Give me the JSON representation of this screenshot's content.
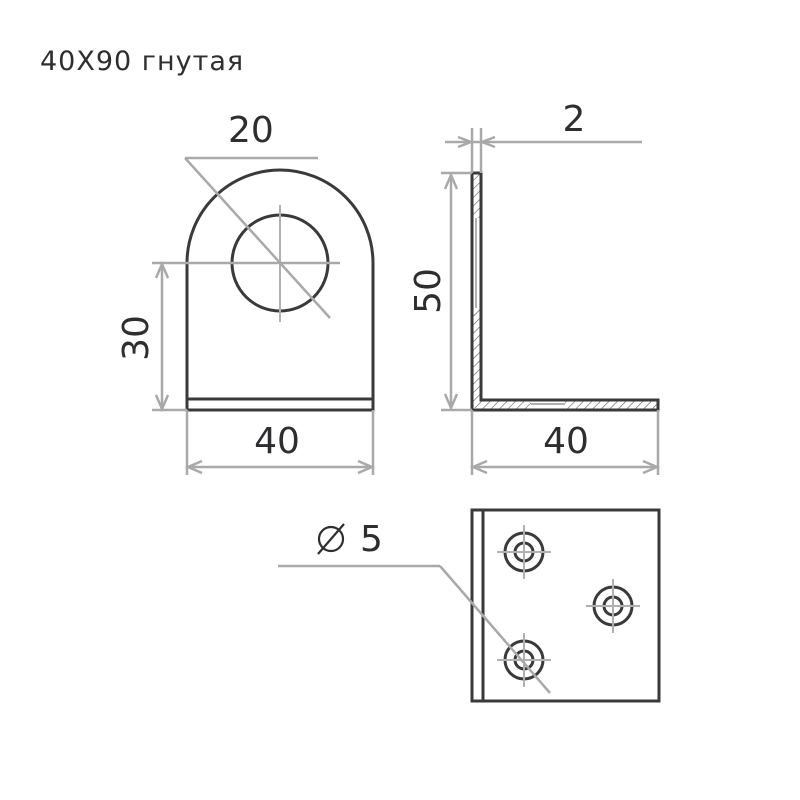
{
  "title": "40X90 гнутая",
  "dimensions": {
    "top_width": "20",
    "front_height": "30",
    "front_width": "40",
    "side_thickness": "2",
    "side_height": "50",
    "side_width": "40",
    "hole_diameter": "5",
    "diameter_symbol": "⌀"
  },
  "colors": {
    "part_stroke": "#3a3a3c",
    "dimension_line": "#a9a9a9"
  }
}
